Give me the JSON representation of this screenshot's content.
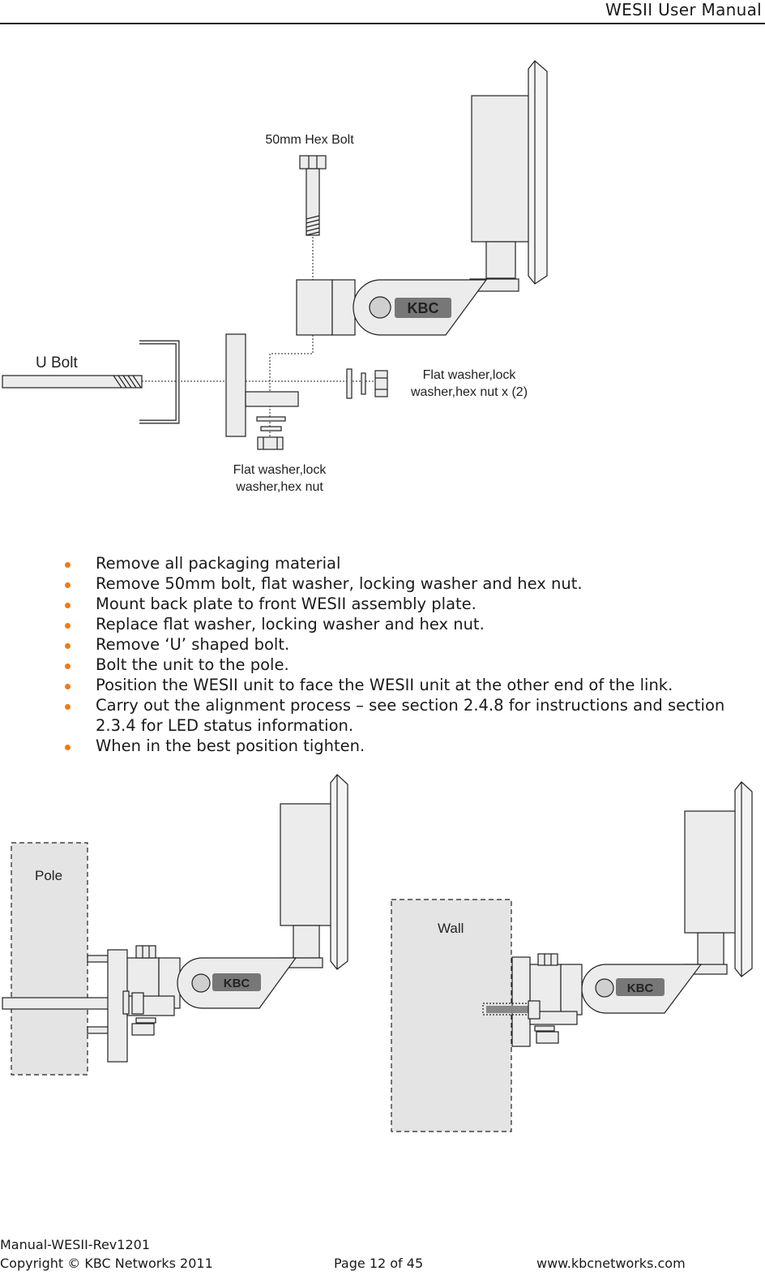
{
  "header": {
    "title": "WESII User Manual"
  },
  "figure_exploded": {
    "labels": {
      "hex_bolt": "50mm Hex Bolt",
      "u_bolt": "U Bolt",
      "right_hw_line1": "Flat washer,lock",
      "right_hw_line2": "washer,hex nut x (2)",
      "bottom_hw_line1": "Flat washer,lock",
      "bottom_hw_line2": "washer,hex nut"
    }
  },
  "steps": [
    "Remove all packaging material",
    "Remove 50mm bolt, flat washer, locking washer and hex nut.",
    "Mount back plate to front WESII assembly plate.",
    "Replace flat washer, locking washer and hex nut.",
    "Remove ‘U’ shaped bolt.",
    "Bolt the unit to the pole.",
    "Position the WESII unit to face the WESII unit at the other end of the link.",
    "Carry out the alignment process – see section 2.4.8 for instructions and section 2.3.4 for LED status information.",
    "When in the best position tighten."
  ],
  "figure_mounts": {
    "pole_label": "Pole",
    "wall_label": "Wall"
  },
  "logo_text": "KBC",
  "footer": {
    "doc_id": "Manual-WESII-Rev1201",
    "copyright": "Copyright © KBC Networks 2011",
    "page": "Page 12 of 45",
    "website": "www.kbcnetworks.com"
  },
  "colors": {
    "bullet": "#f07a16",
    "part_fill": "#ececec",
    "surface_fill": "#e4e4e4"
  }
}
